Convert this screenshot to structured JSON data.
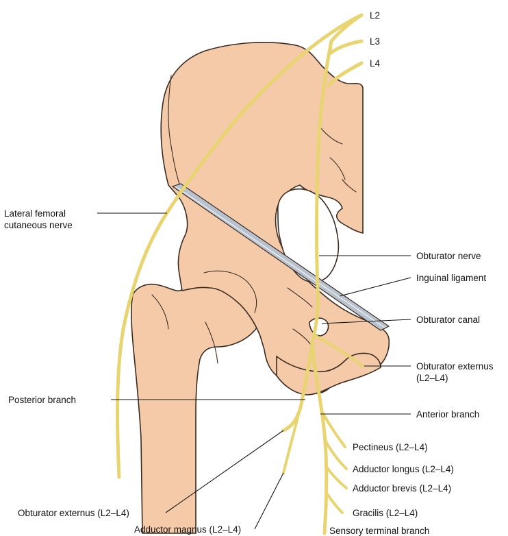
{
  "colors": {
    "bone": "#f5caa8",
    "outline": "#3a2a20",
    "nerve": "#e8d470",
    "ligament": "#b9c3cf",
    "text": "#111111"
  },
  "labels": {
    "l2": "L2",
    "l3": "L3",
    "l4": "L4",
    "lateral_femoral_1": "Lateral femoral",
    "lateral_femoral_2": "cutaneous nerve",
    "obturator_nerve": "Obturator nerve",
    "inguinal_ligament": "Inguinal ligament",
    "obturator_canal": "Obturator canal",
    "obturator_externus_1": "Obturator externus",
    "obturator_externus_2": "(L2–L4)",
    "posterior_branch": "Posterior branch",
    "anterior_branch": "Anterior branch",
    "pectineus": "Pectineus (L2–L4)",
    "adductor_longus": "Adductor longus (L2–L4)",
    "adductor_brevis": "Adductor brevis (L2–L4)",
    "gracilis": "Gracilis (L2–L4)",
    "obturator_externus_bottom": "Obturator externus (L2–L4)",
    "adductor_magnus": "Adductor magnus (L2–L4)",
    "sensory_terminal": "Sensory terminal branch"
  }
}
